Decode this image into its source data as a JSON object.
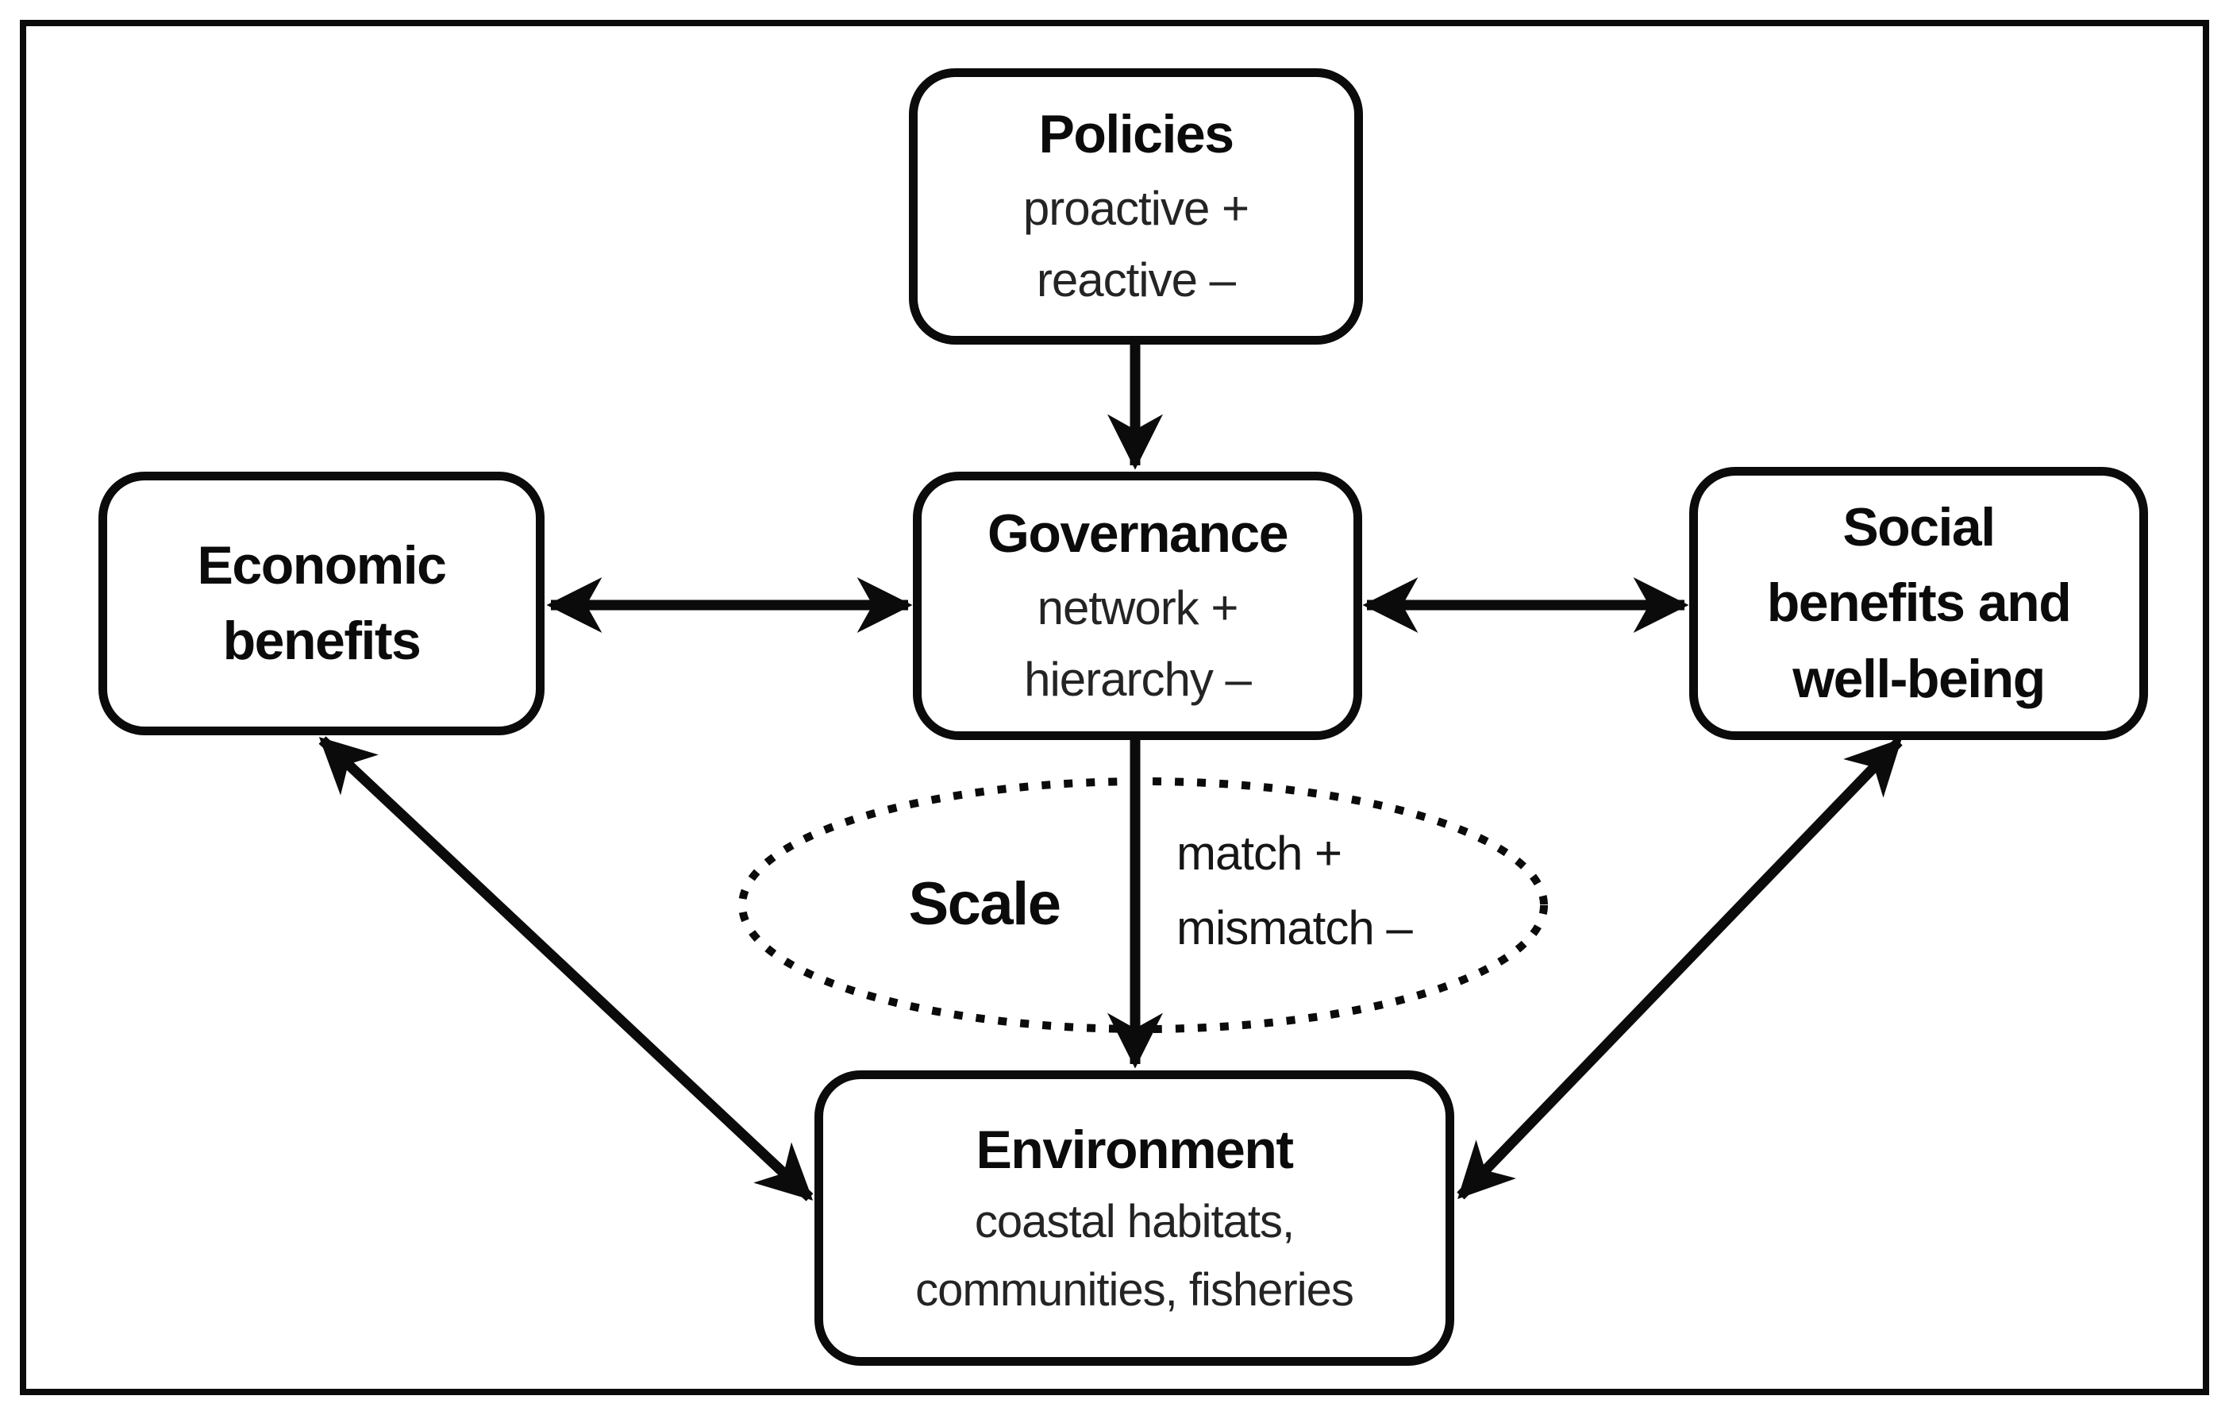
{
  "figure": {
    "boxes": {
      "policies": {
        "title": "Policies",
        "lines": [
          "proactive +",
          "reactive –"
        ]
      },
      "governance": {
        "title": "Governance",
        "lines": [
          "network +",
          "hierarchy –"
        ]
      },
      "economic": {
        "lines": [
          "Economic",
          "benefits"
        ]
      },
      "social": {
        "lines": [
          "Social",
          "benefits and",
          "well-being"
        ]
      },
      "environment": {
        "title": "Environment",
        "lines": [
          "coastal habitats,",
          "communities, fisheries"
        ]
      }
    },
    "scale_ellipse": {
      "label": "Scale",
      "lines": [
        "match +",
        "mismatch –"
      ]
    },
    "colors": {
      "ink": "#0b0b0b",
      "background": "#ffffff"
    }
  }
}
